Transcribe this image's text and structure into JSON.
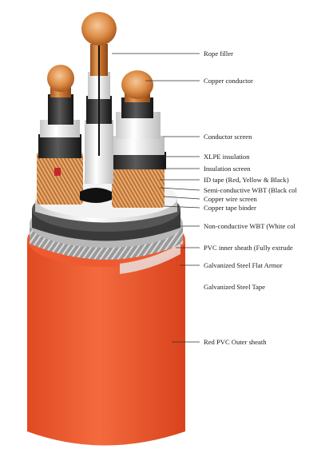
{
  "diagram": {
    "labels": [
      "Rope filler",
      "Copper conductor",
      "Conductor screen",
      "XLPE insulation",
      "Insulation screen",
      "ID tape (Red, Yellow & Black)",
      "Semi-conductive WBT (Black col",
      "Copper wire screen",
      "Copper tape binder",
      "Non-conductive WBT (White col",
      "PVC inner sheath (Fully extrude",
      "Galvanized Steel Flat Armor",
      "Galvanized Steel Tape",
      "Red PVC Outer sheath"
    ],
    "colors": {
      "outer_sheath": "#e8522e",
      "copper": "#d9883f",
      "insulation": "#f4f4f4",
      "semicon": "#202020",
      "armor": "#8a8a8a",
      "leader_line": "#333333"
    }
  }
}
